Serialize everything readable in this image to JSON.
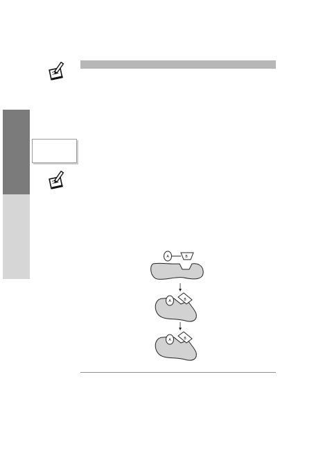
{
  "page": {
    "background": "#ffffff",
    "header_bar_color": "#b7b7b7",
    "side_tab_dark_color": "#7b7b7b",
    "side_tab_light_color": "#d6d6d6"
  },
  "icons": {
    "note_1": "note-pencil-icon",
    "note_2": "note-pencil-icon"
  },
  "diagram": {
    "stages": [
      {
        "left_label": "A",
        "right_label": "B"
      },
      {
        "left_label": "A",
        "right_label": "B"
      },
      {
        "left_label": "A",
        "right_label": "B"
      }
    ]
  }
}
